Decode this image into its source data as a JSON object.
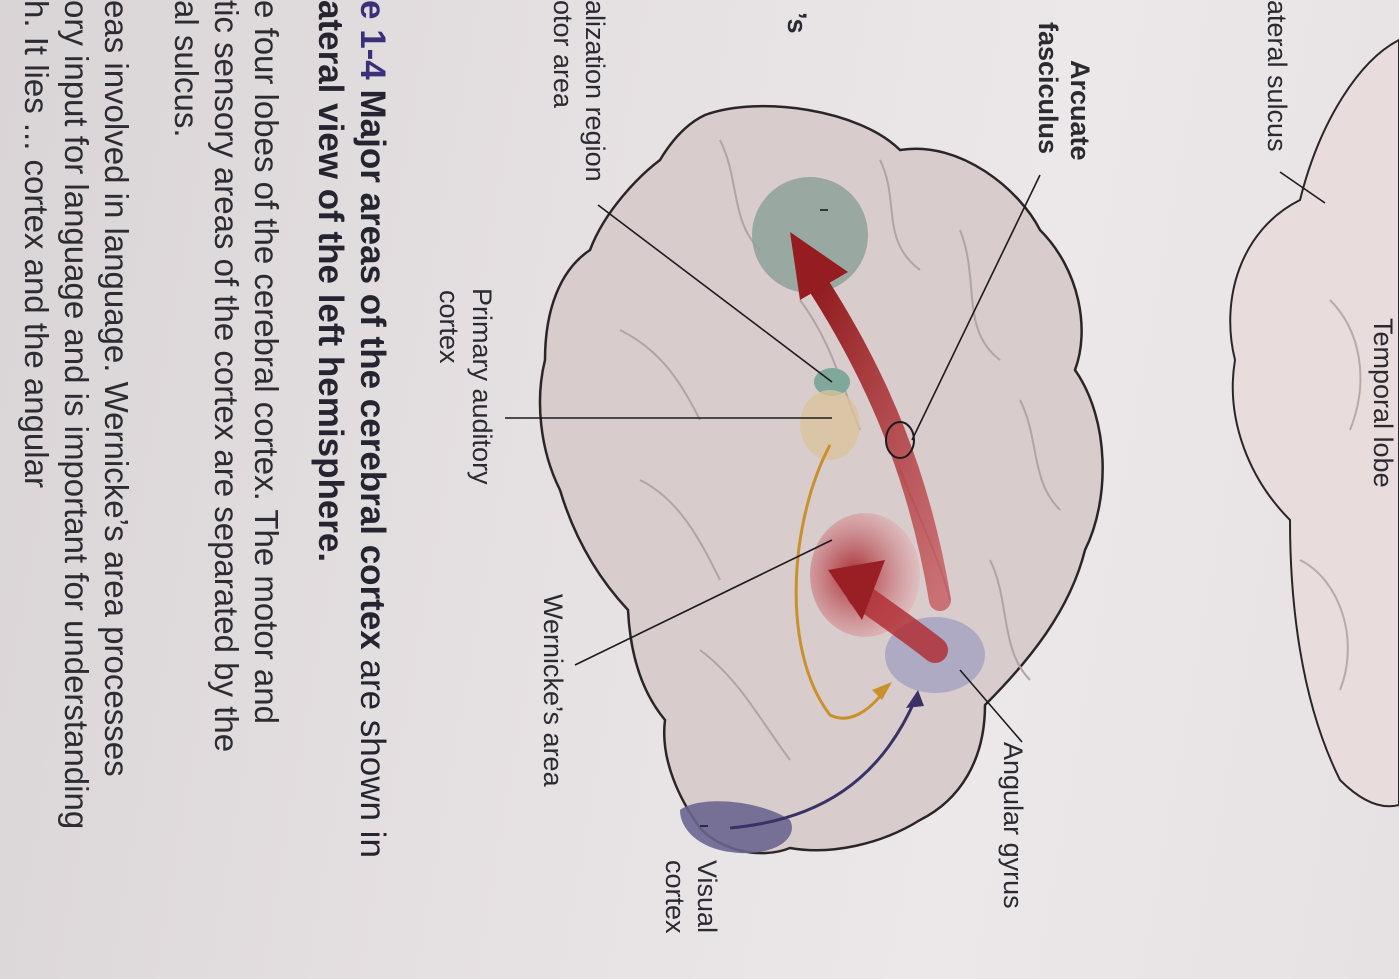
{
  "labels": {
    "lateral_sulcus": "ateral sulcus",
    "temporal_lobe": "Temporal lobe",
    "arcuate_line1": "Arcuate",
    "arcuate_line2": "fasciculus",
    "brocas_fragment": "’s",
    "vocalization_line1": "alization region",
    "vocalization_line2": "otor area",
    "primary_auditory_line1": "Primary auditory",
    "primary_auditory_line2": "cortex",
    "wernickes_area": "Wernicke’s area",
    "angular_gyrus": "Angular gyrus",
    "visual_line1": "Visual",
    "visual_line2": "cortex"
  },
  "caption": {
    "number": "e 1-4",
    "line1_bold": " Major areas of the cerebral cortex",
    "line1_rest": " are shown in",
    "line2": "ateral view of the left hemisphere."
  },
  "body_text": [
    "e four lobes of the cerebral cortex. The motor and",
    "tic sensory areas of the cortex are separated by the",
    "al sulcus.",
    "eas involved in language. Wernicke’s area processes",
    "ory input for language and is important for understanding",
    "h. It lies ... cortex and the angular"
  ],
  "colors": {
    "brain_fill": "#d8cccd",
    "brain_outline": "#2a2628",
    "brocas": "#8fa39b",
    "motor": "#7fa79a",
    "auditory": "#d9c49a",
    "wernicke": "#c48a8d",
    "angular": "#a9a6c2",
    "visual": "#6a6590",
    "arcuate_arrow": "#a4282a",
    "auditory_arrow": "#c9912c",
    "visual_arrow": "#3a3266"
  }
}
